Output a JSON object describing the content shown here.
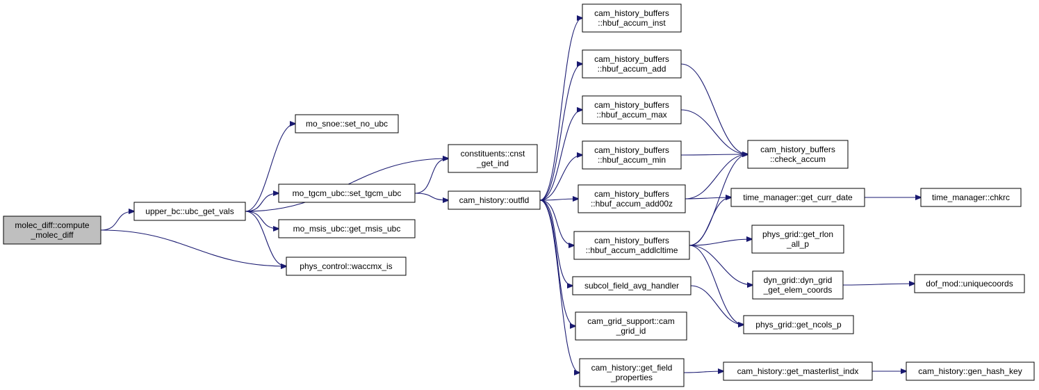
{
  "colors": {
    "edge": "#191970",
    "root_fill": "#bfbfbf",
    "node_fill": "#ffffff",
    "node_border": "#000000"
  },
  "nodes": [
    {
      "id": "molec_diff",
      "lines": [
        "molec_diff::compute",
        "_molec_diff"
      ],
      "root": true
    },
    {
      "id": "ubc_get_vals",
      "lines": [
        "upper_bc::ubc_get_vals"
      ]
    },
    {
      "id": "set_no_ubc",
      "lines": [
        "mo_snoe::set_no_ubc"
      ]
    },
    {
      "id": "cnst_get_ind",
      "lines": [
        "constituents::cnst",
        "_get_ind"
      ]
    },
    {
      "id": "set_tgcm_ubc",
      "lines": [
        "mo_tgcm_ubc::set_tgcm_ubc"
      ]
    },
    {
      "id": "get_msis_ubc",
      "lines": [
        "mo_msis_ubc::get_msis_ubc"
      ]
    },
    {
      "id": "waccmx_is",
      "lines": [
        "phys_control::waccmx_is"
      ]
    },
    {
      "id": "outfld",
      "lines": [
        "cam_history::outfld"
      ]
    },
    {
      "id": "hbuf_accum_inst",
      "lines": [
        "cam_history_buffers",
        "::hbuf_accum_inst"
      ]
    },
    {
      "id": "hbuf_accum_add",
      "lines": [
        "cam_history_buffers",
        "::hbuf_accum_add"
      ]
    },
    {
      "id": "hbuf_accum_max",
      "lines": [
        "cam_history_buffers",
        "::hbuf_accum_max"
      ]
    },
    {
      "id": "hbuf_accum_min",
      "lines": [
        "cam_history_buffers",
        "::hbuf_accum_min"
      ]
    },
    {
      "id": "hbuf_accum_add00z",
      "lines": [
        "cam_history_buffers",
        "::hbuf_accum_add00z"
      ]
    },
    {
      "id": "hbuf_accum_addlcltime",
      "lines": [
        "cam_history_buffers",
        "::hbuf_accum_addlcltime"
      ]
    },
    {
      "id": "subcol_field_avg_handler",
      "lines": [
        "subcol_field_avg_handler"
      ]
    },
    {
      "id": "cam_grid_id",
      "lines": [
        "cam_grid_support::cam",
        "_grid_id"
      ]
    },
    {
      "id": "get_field_properties",
      "lines": [
        "cam_history::get_field",
        "_properties"
      ]
    },
    {
      "id": "check_accum",
      "lines": [
        "cam_history_buffers",
        "::check_accum"
      ]
    },
    {
      "id": "get_curr_date",
      "lines": [
        "time_manager::get_curr_date"
      ]
    },
    {
      "id": "chkrc",
      "lines": [
        "time_manager::chkrc"
      ]
    },
    {
      "id": "get_rlon_all_p",
      "lines": [
        "phys_grid::get_rlon",
        "_all_p"
      ]
    },
    {
      "id": "dyn_grid_get_elem_coords",
      "lines": [
        "dyn_grid::dyn_grid",
        "_get_elem_coords"
      ]
    },
    {
      "id": "uniquecoords",
      "lines": [
        "dof_mod::uniquecoords"
      ]
    },
    {
      "id": "get_ncols_p",
      "lines": [
        "phys_grid::get_ncols_p"
      ]
    },
    {
      "id": "get_masterlist_indx",
      "lines": [
        "cam_history::get_masterlist_indx"
      ]
    },
    {
      "id": "gen_hash_key",
      "lines": [
        "cam_history::gen_hash_key"
      ]
    }
  ],
  "edges": [
    [
      "molec_diff",
      "ubc_get_vals"
    ],
    [
      "molec_diff",
      "waccmx_is"
    ],
    [
      "ubc_get_vals",
      "set_no_ubc"
    ],
    [
      "ubc_get_vals",
      "cnst_get_ind"
    ],
    [
      "ubc_get_vals",
      "set_tgcm_ubc"
    ],
    [
      "ubc_get_vals",
      "get_msis_ubc"
    ],
    [
      "ubc_get_vals",
      "waccmx_is"
    ],
    [
      "set_tgcm_ubc",
      "cnst_get_ind"
    ],
    [
      "set_tgcm_ubc",
      "outfld"
    ],
    [
      "outfld",
      "hbuf_accum_inst"
    ],
    [
      "outfld",
      "hbuf_accum_add"
    ],
    [
      "outfld",
      "hbuf_accum_max"
    ],
    [
      "outfld",
      "hbuf_accum_min"
    ],
    [
      "outfld",
      "hbuf_accum_add00z"
    ],
    [
      "outfld",
      "hbuf_accum_addlcltime"
    ],
    [
      "outfld",
      "subcol_field_avg_handler"
    ],
    [
      "outfld",
      "cam_grid_id"
    ],
    [
      "outfld",
      "get_field_properties"
    ],
    [
      "hbuf_accum_add",
      "check_accum"
    ],
    [
      "hbuf_accum_max",
      "check_accum"
    ],
    [
      "hbuf_accum_min",
      "check_accum"
    ],
    [
      "hbuf_accum_add00z",
      "check_accum"
    ],
    [
      "hbuf_accum_add00z",
      "get_curr_date"
    ],
    [
      "hbuf_accum_addlcltime",
      "check_accum"
    ],
    [
      "hbuf_accum_addlcltime",
      "get_curr_date"
    ],
    [
      "hbuf_accum_addlcltime",
      "get_rlon_all_p"
    ],
    [
      "hbuf_accum_addlcltime",
      "dyn_grid_get_elem_coords"
    ],
    [
      "hbuf_accum_addlcltime",
      "get_ncols_p"
    ],
    [
      "subcol_field_avg_handler",
      "get_ncols_p"
    ],
    [
      "get_curr_date",
      "chkrc"
    ],
    [
      "dyn_grid_get_elem_coords",
      "uniquecoords"
    ],
    [
      "get_field_properties",
      "get_masterlist_indx"
    ],
    [
      "get_masterlist_indx",
      "gen_hash_key"
    ]
  ]
}
